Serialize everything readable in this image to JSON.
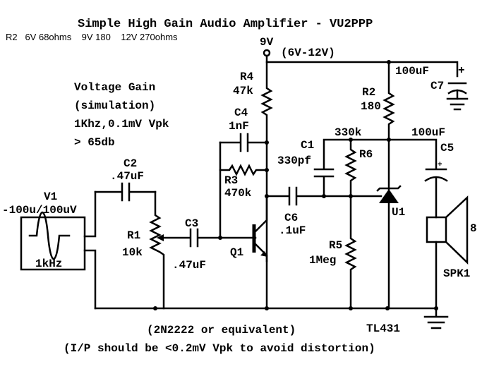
{
  "title": "Simple High Gain Audio Amplifier - VU2PPP",
  "r2_note": "R2   6V 68ohms    9V 180    12V 270ohms",
  "supply": {
    "label": "9V",
    "range": "(6V-12V)"
  },
  "gain_note": [
    "Voltage Gain",
    "(simulation)",
    "1Khz,0.1mV Vpk",
    "> 65db"
  ],
  "components": {
    "V1": {
      "name": "V1",
      "value": "-100u/100uV",
      "freq": "1kHz"
    },
    "C2": {
      "name": "C2",
      "value": ".47uF"
    },
    "R1": {
      "name": "R1",
      "value": "10k"
    },
    "C3": {
      "name": "C3",
      "value": ".47uF"
    },
    "Q1": {
      "name": "Q1"
    },
    "R4": {
      "name": "R4",
      "value": "47k"
    },
    "C4": {
      "name": "C4",
      "value": "1nF"
    },
    "R3": {
      "name": "R3",
      "value": "470k"
    },
    "C6": {
      "name": "C6",
      "value": ".1uF"
    },
    "C1": {
      "name": "C1",
      "value": "330pf"
    },
    "R6": {
      "name": "R6",
      "value": "330k"
    },
    "R5": {
      "name": "R5",
      "value": "1Meg"
    },
    "R2": {
      "name": "R2",
      "value": "180"
    },
    "U1": {
      "name": "U1",
      "part": "TL431"
    },
    "C7": {
      "name": "C7",
      "value": "100uF"
    },
    "C5": {
      "name": "C5",
      "value": "100uF"
    },
    "SPK1": {
      "name": "SPK1",
      "value": "8"
    }
  },
  "plus_sign": "+",
  "notes": [
    "(2N2222 or equivalent)",
    "(I/P should be <0.2mV Vpk to avoid distortion)"
  ]
}
